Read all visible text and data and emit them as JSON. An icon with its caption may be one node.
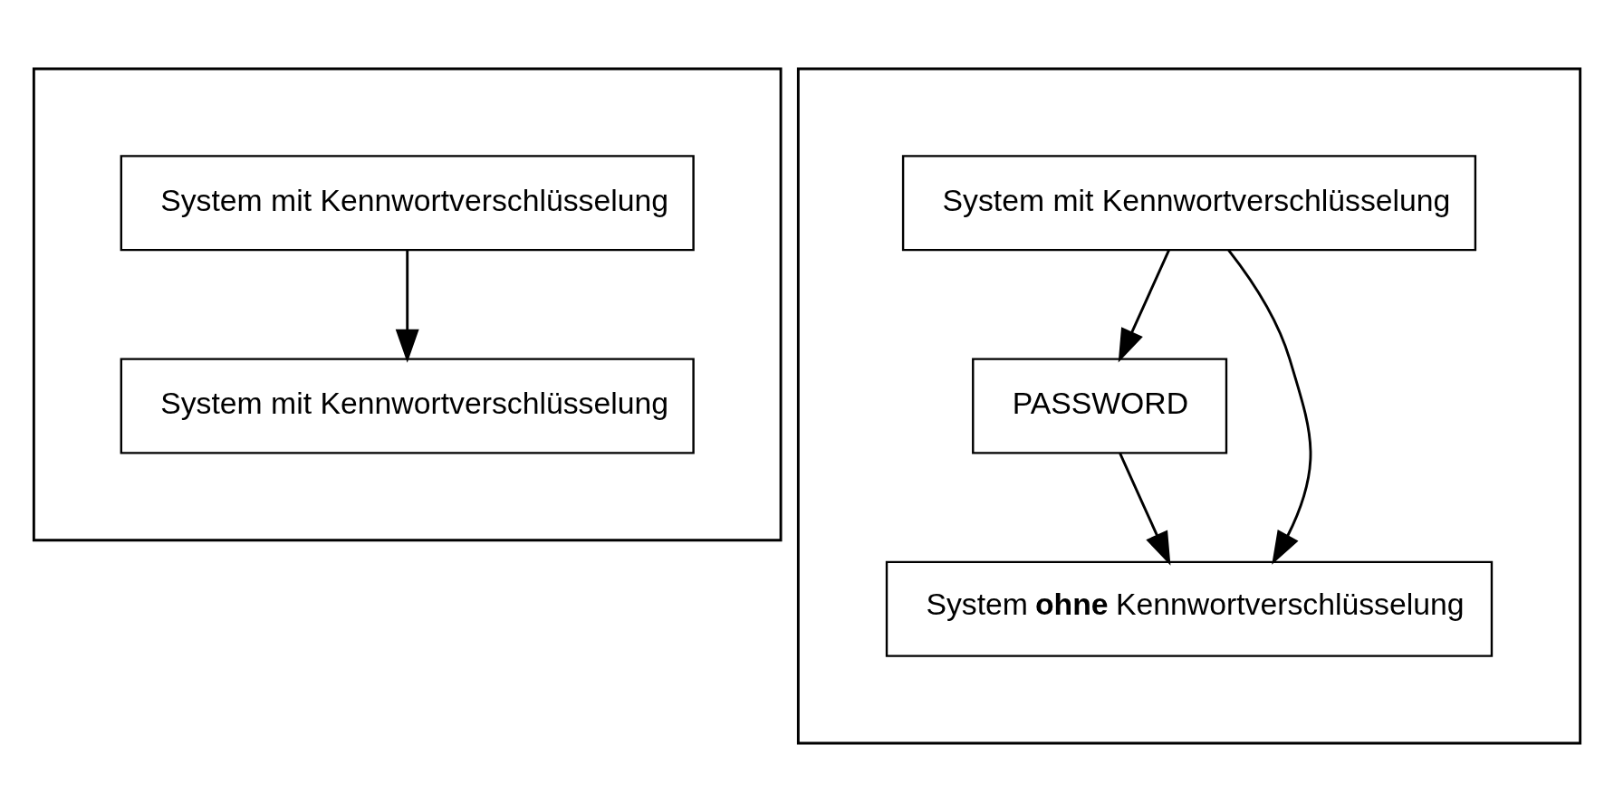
{
  "diagram": {
    "nodes": [
      {
        "text": [],
        "shape": "box"
      },
      {
        "text": [
          "System mit Kennwortverschlüsselung"
        ],
        "in": 0
      },
      {
        "text": [
          "System mit Kennwortverschlüsselung"
        ],
        "in": 0
      },
      {
        "text": [],
        "shape": "box"
      },
      {
        "text": [
          "System mit Kennwortverschlüsselung"
        ],
        "in": 3
      },
      {
        "text": [
          "PASSWORD"
        ],
        "in": 3
      },
      {
        "text": [
          "System **ohne** Kennwortverschlüsselung"
        ],
        "in": 3
      }
    ],
    "edges": [
      {
        "from": 1,
        "to": 2,
        "arrow": "to"
      },
      {
        "from": 4,
        "to": 6,
        "arrow": "to"
      },
      {
        "from": 4,
        "to": 5,
        "arrow": "to"
      },
      {
        "from": 5,
        "to": 6,
        "arrow": "to"
      }
    ]
  }
}
